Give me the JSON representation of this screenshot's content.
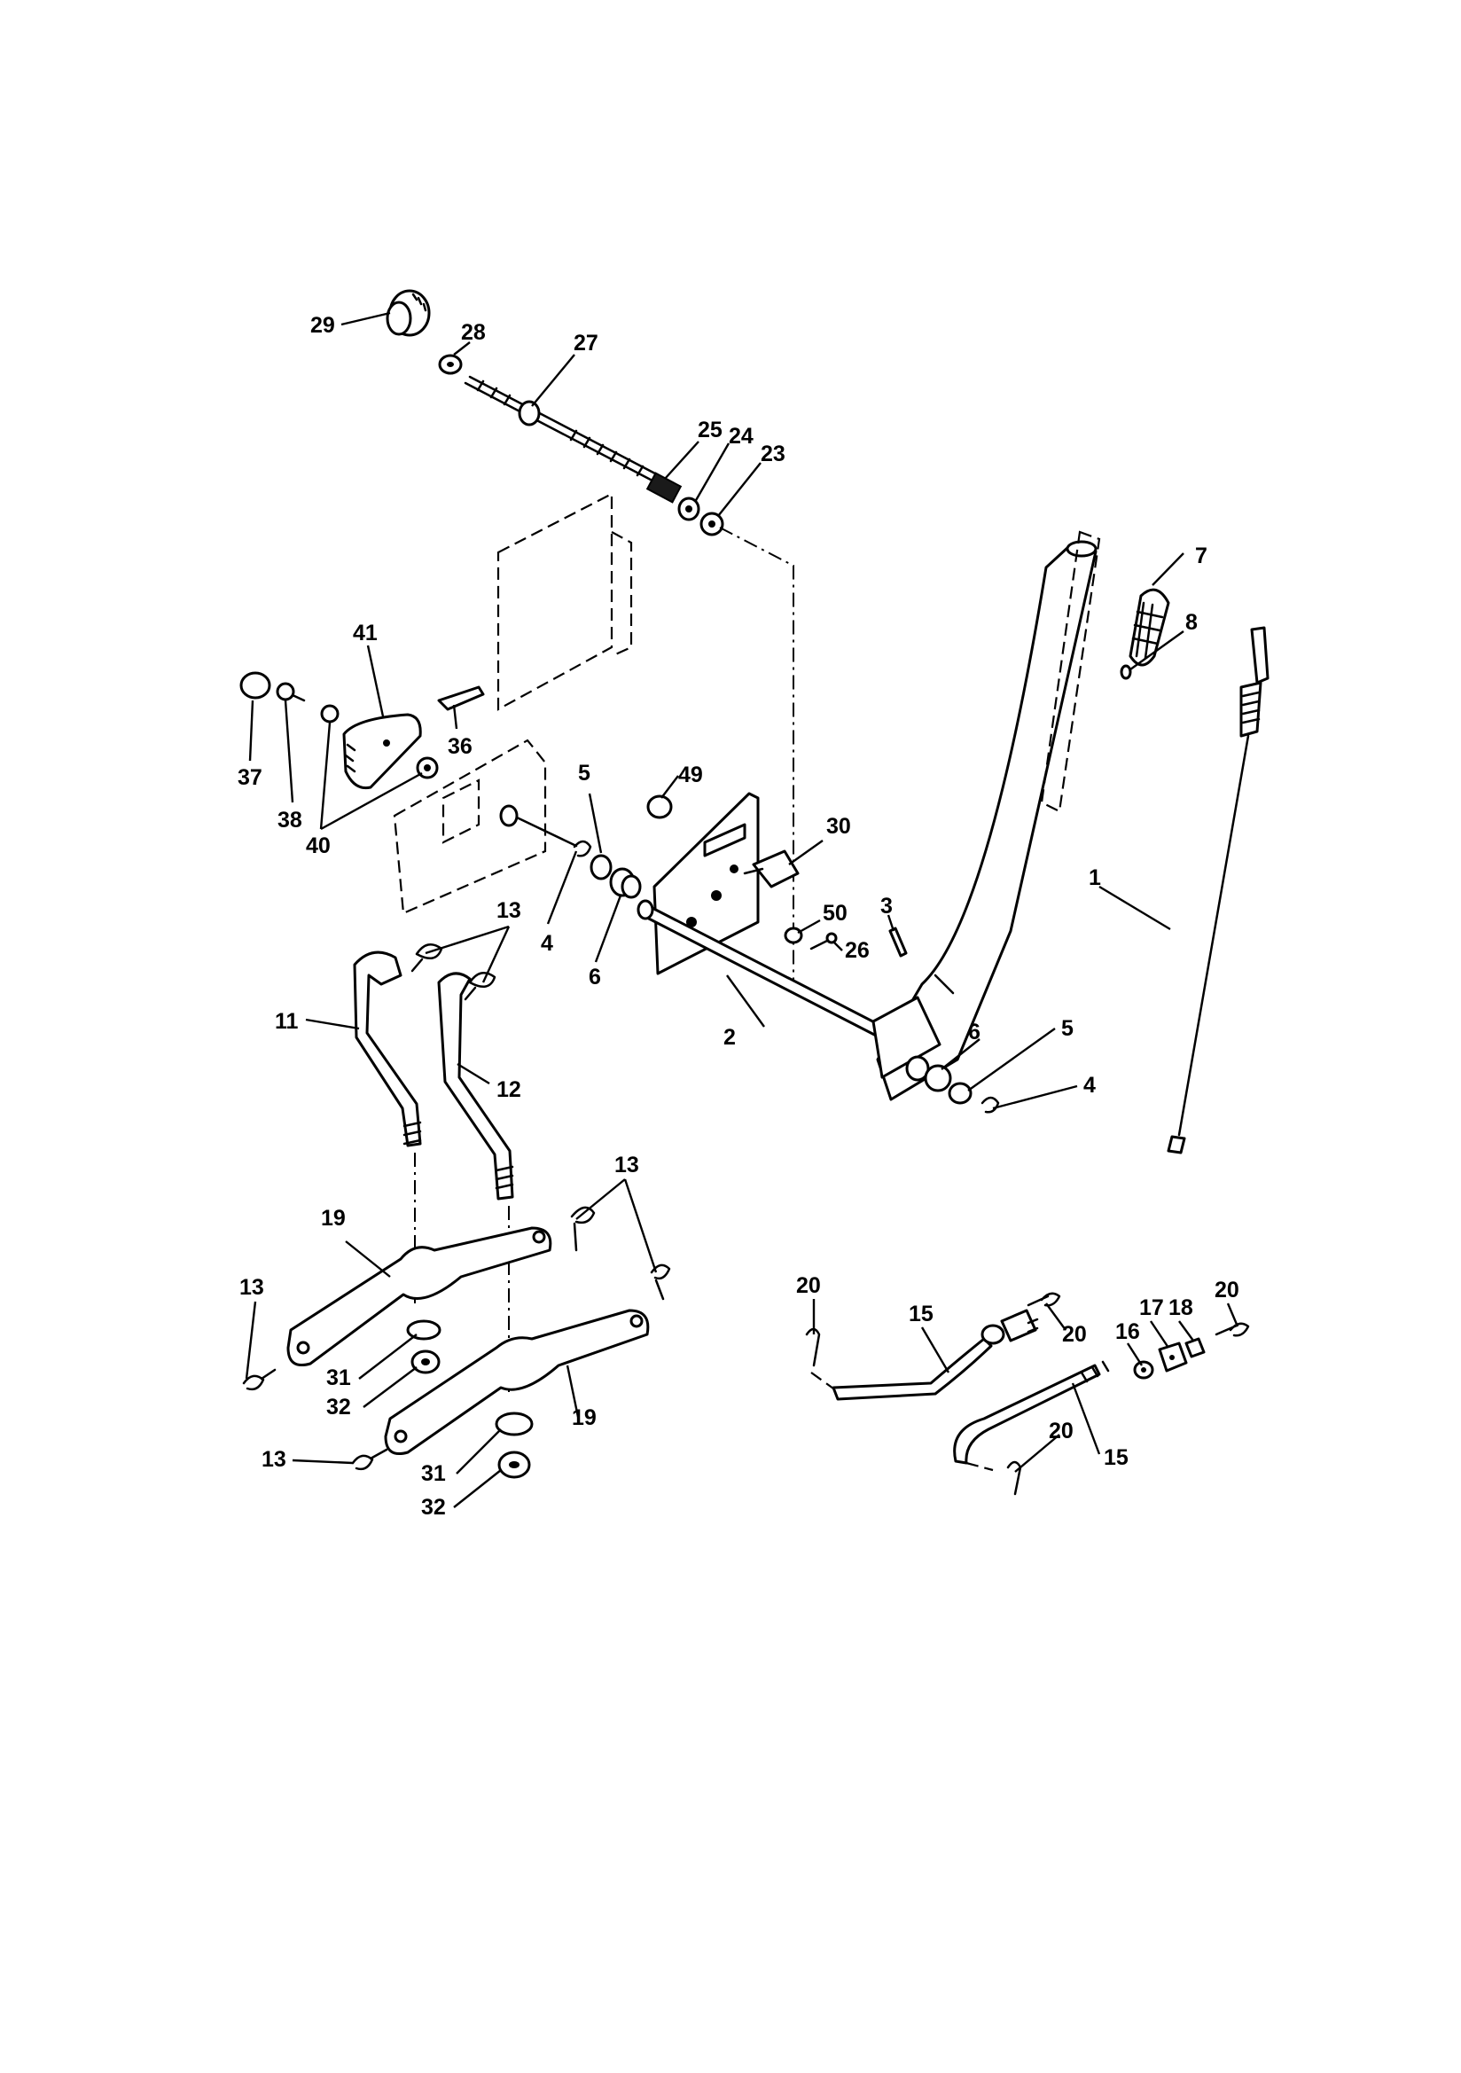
{
  "diagram": {
    "callouts": [
      {
        "id": "c29",
        "text": "29"
      },
      {
        "id": "c28",
        "text": "28"
      },
      {
        "id": "c27",
        "text": "27"
      },
      {
        "id": "c25",
        "text": "25"
      },
      {
        "id": "c24",
        "text": "24"
      },
      {
        "id": "c23",
        "text": "23"
      },
      {
        "id": "c7",
        "text": "7"
      },
      {
        "id": "c8",
        "text": "8"
      },
      {
        "id": "c41",
        "text": "41"
      },
      {
        "id": "c36",
        "text": "36"
      },
      {
        "id": "c37",
        "text": "37"
      },
      {
        "id": "c38",
        "text": "38"
      },
      {
        "id": "c40",
        "text": "40"
      },
      {
        "id": "c5a",
        "text": "5"
      },
      {
        "id": "c49",
        "text": "49"
      },
      {
        "id": "c30",
        "text": "30"
      },
      {
        "id": "c1",
        "text": "1"
      },
      {
        "id": "c4a",
        "text": "4"
      },
      {
        "id": "c6a",
        "text": "6"
      },
      {
        "id": "c50",
        "text": "50"
      },
      {
        "id": "c3",
        "text": "3"
      },
      {
        "id": "c26",
        "text": "26"
      },
      {
        "id": "c13a",
        "text": "13"
      },
      {
        "id": "c2",
        "text": "2"
      },
      {
        "id": "c11",
        "text": "11"
      },
      {
        "id": "c6b",
        "text": "6"
      },
      {
        "id": "c5b",
        "text": "5"
      },
      {
        "id": "c12",
        "text": "12"
      },
      {
        "id": "c4b",
        "text": "4"
      },
      {
        "id": "c13b",
        "text": "13"
      },
      {
        "id": "c19a",
        "text": "19"
      },
      {
        "id": "c13c",
        "text": "13"
      },
      {
        "id": "c31a",
        "text": "31"
      },
      {
        "id": "c32a",
        "text": "32"
      },
      {
        "id": "c19b",
        "text": "19"
      },
      {
        "id": "c13d",
        "text": "13"
      },
      {
        "id": "c31b",
        "text": "31"
      },
      {
        "id": "c32b",
        "text": "32"
      },
      {
        "id": "c20a",
        "text": "20"
      },
      {
        "id": "c15a",
        "text": "15"
      },
      {
        "id": "c20b",
        "text": "20"
      },
      {
        "id": "c16",
        "text": "16"
      },
      {
        "id": "c17",
        "text": "17"
      },
      {
        "id": "c18",
        "text": "18"
      },
      {
        "id": "c20c",
        "text": "20"
      },
      {
        "id": "c20d",
        "text": "20"
      },
      {
        "id": "c15b",
        "text": "15"
      }
    ]
  }
}
